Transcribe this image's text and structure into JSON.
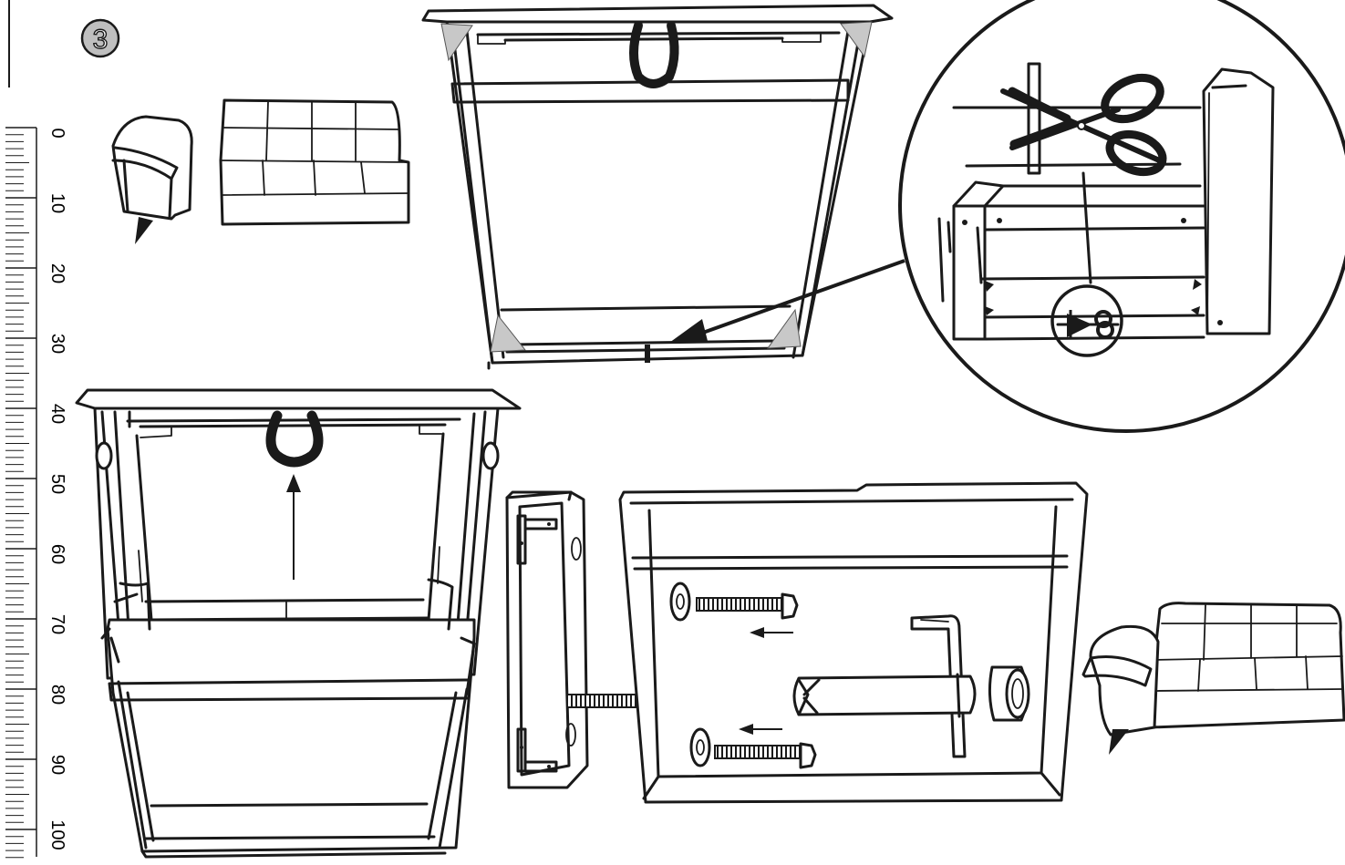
{
  "step": {
    "number": "3"
  },
  "ruler": {
    "unit_labels": [
      "0",
      "10",
      "20",
      "30",
      "40",
      "50",
      "60",
      "70",
      "80",
      "90",
      "100"
    ]
  },
  "colors": {
    "ink": "#1a1a1a",
    "corner_block": "#c8c8c8",
    "paper": "#ffffff"
  },
  "icons": {
    "cut": "scissors-icon",
    "tool": "hex-key-icon",
    "direction": "arrow-icon"
  }
}
